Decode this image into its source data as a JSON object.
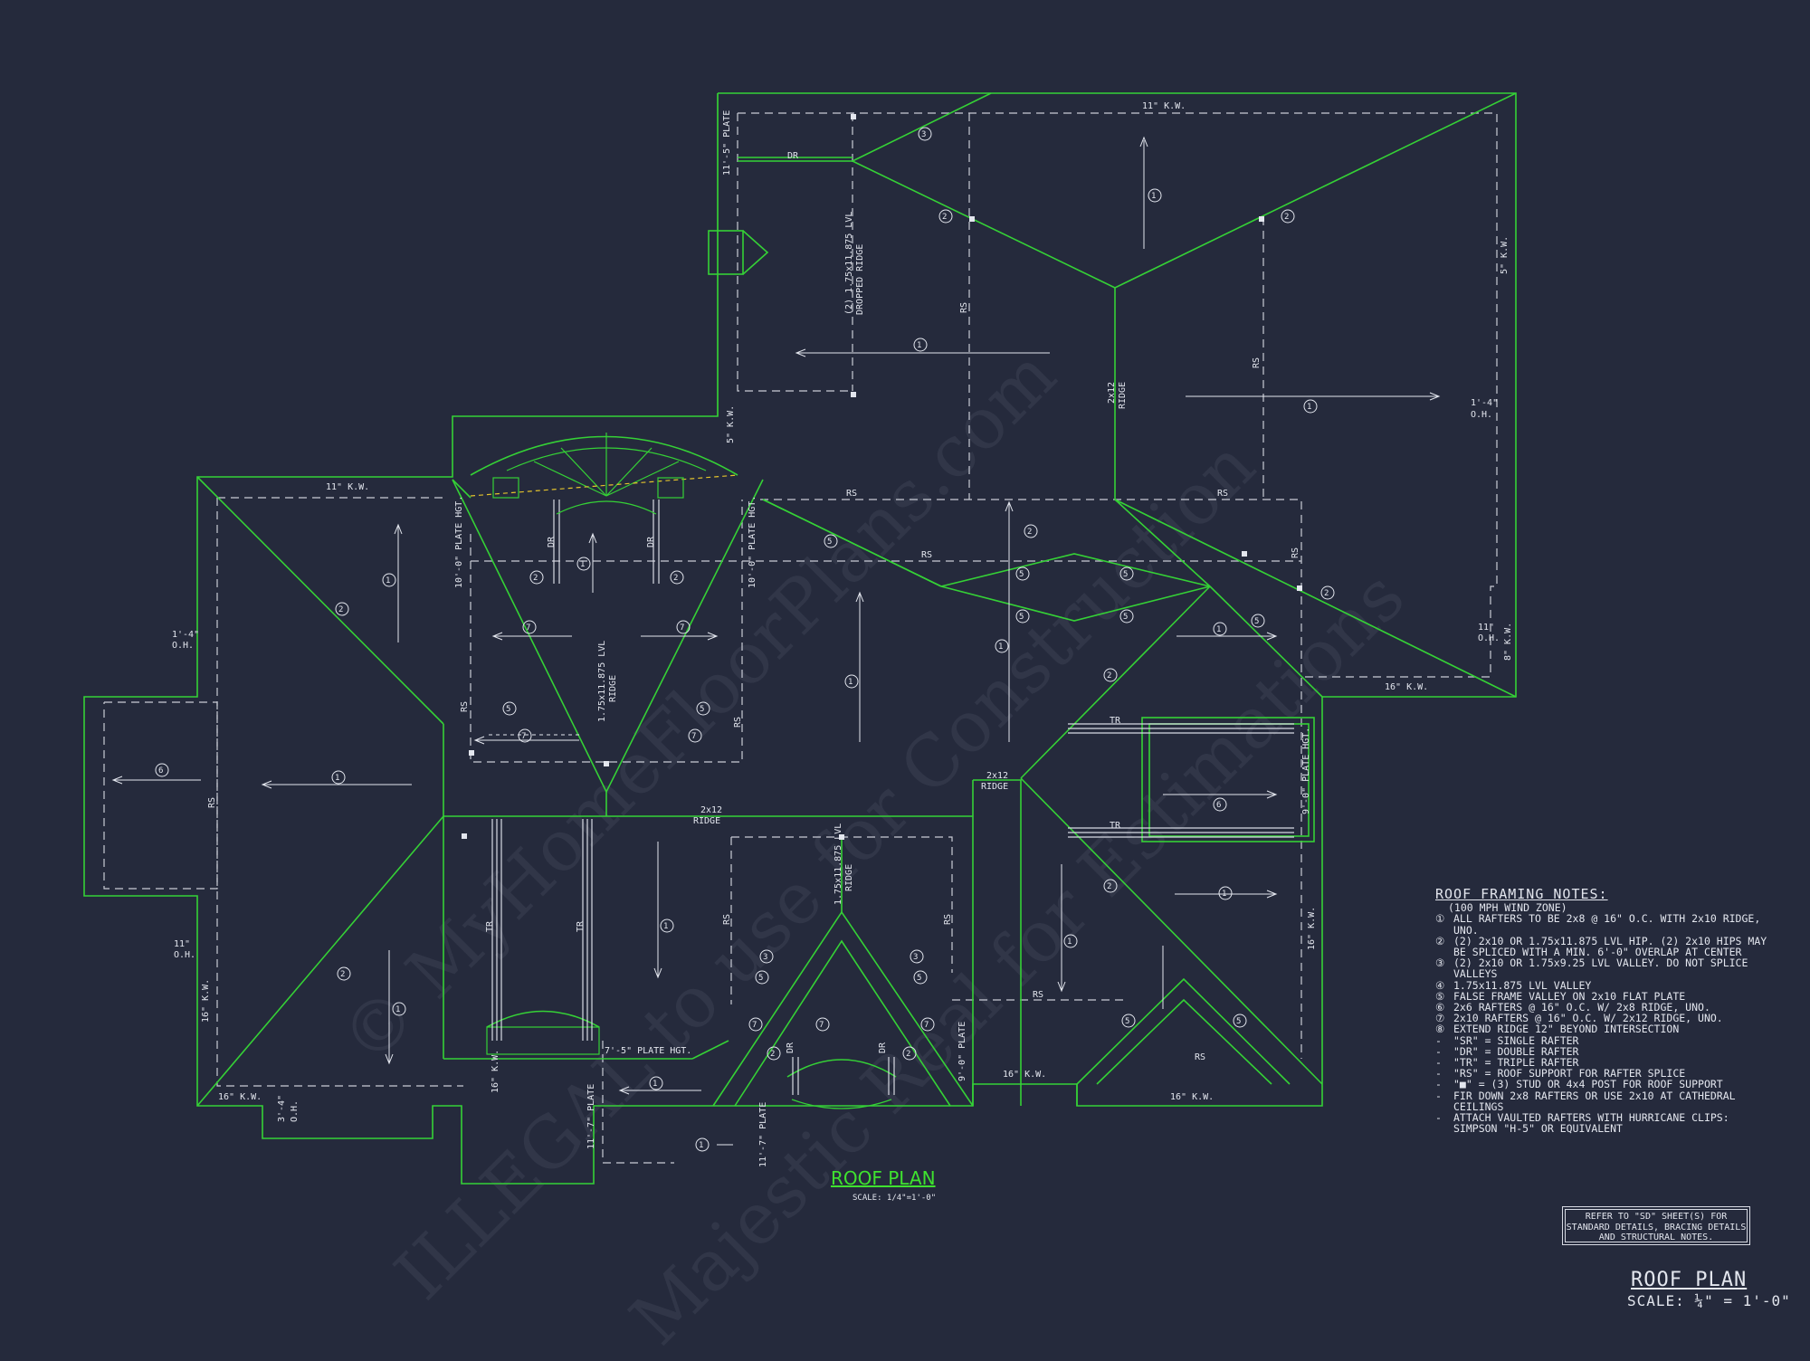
{
  "drawing": {
    "title": "ROOF PLAN",
    "scale": "SCALE: 1/4\"=1'-0\"",
    "corner_title": "ROOF PLAN",
    "corner_scale": "SCALE: ¼\" = 1'-0\""
  },
  "watermark": {
    "line1": "© MyHomeFloorPlans.com",
    "line2": "ILLEGAL to use for Construction",
    "line3": "Majestic Real for Estimations"
  },
  "notes": {
    "title": "ROOF FRAMING NOTES:",
    "subtitle": "(100 MPH WIND ZONE)",
    "items": [
      {
        "key": "①",
        "text": "ALL RAFTERS TO BE 2x8 @ 16\" O.C. WITH 2x10 RIDGE, UNO."
      },
      {
        "key": "②",
        "text": "(2) 2x10 OR 1.75x11.875 LVL HIP. (2) 2x10 HIPS MAY BE SPLICED WITH A MIN. 6'-0\" OVERLAP AT CENTER"
      },
      {
        "key": "③",
        "text": "(2) 2x10 OR 1.75x9.25 LVL VALLEY. DO NOT SPLICE VALLEYS"
      },
      {
        "key": "④",
        "text": "1.75x11.875 LVL VALLEY"
      },
      {
        "key": "⑤",
        "text": "FALSE FRAME VALLEY ON 2x10 FLAT PLATE"
      },
      {
        "key": "⑥",
        "text": "2x6 RAFTERS @ 16\" O.C. W/ 2x8 RIDGE, UNO."
      },
      {
        "key": "⑦",
        "text": "2x10 RAFTERS @ 16\" O.C. W/ 2x12 RIDGE, UNO."
      },
      {
        "key": "⑧",
        "text": "EXTEND RIDGE 12\" BEYOND INTERSECTION"
      },
      {
        "key": "-",
        "text": "\"SR\" = SINGLE RAFTER"
      },
      {
        "key": "-",
        "text": "\"DR\" = DOUBLE RAFTER"
      },
      {
        "key": "-",
        "text": "\"TR\" = TRIPLE RAFTER"
      },
      {
        "key": "-",
        "text": "\"RS\" = ROOF SUPPORT FOR RAFTER SPLICE"
      },
      {
        "key": "-",
        "text": "\"■\" = (3) STUD OR 4x4 POST FOR ROOF SUPPORT"
      },
      {
        "key": "-",
        "text": "FIR DOWN 2x8 RAFTERS OR USE 2x10 AT CATHEDRAL CEILINGS"
      },
      {
        "key": "-",
        "text": "ATTACH VAULTED RAFTERS WITH HURRICANE CLIPS: SIMPSON \"H-5\" OR EQUIVALENT"
      }
    ]
  },
  "reference": {
    "text": "REFER TO \"SD\" SHEET(S) FOR STANDARD DETAILS, BRACING DETAILS AND STRUCTURAL NOTES."
  },
  "labels": {
    "kw11_top": "11\" K.W.",
    "kw11_left": "11\" K.W.",
    "kw5_right": "5\" K.W.",
    "kw5_mid": "5\" K.W.",
    "plate_115": "11'-5\" PLATE",
    "oh_1_4_left": "1'-4\"",
    "oh_left": "O.H.",
    "oh_1_4_right": "1'-4\"",
    "oh_right": "O.H.",
    "oh_11_right": "11\"",
    "oh_11_right_b": "O.H.",
    "kw8_right": "8\" K.W.",
    "kw16_r1": "16\" K.W.",
    "kw16_r2": "16\" K.W.",
    "kw16_b1": "16\" K.W.",
    "kw16_b2": "16\" K.W.",
    "kw16_b3": "16\" K.W.",
    "kw16_b4": "16\" K.W.",
    "kw16_l": "16\" K.W.",
    "oh_11_left": "11\"",
    "oh_11_left_b": "O.H.",
    "oh_3_4": "3'-4\"",
    "oh_3_4_b": "O.H.",
    "plate_10_a": "10'-0\" PLATE HGT.",
    "plate_10_b": "10'-0\" PLATE HGT.",
    "plate_9_a": "9'-0\" PLATE HGT.",
    "plate_9_b": "9'-0\" PLATE",
    "plate_75": "7'-5\" PLATE HGT.",
    "plate_117_a": "11'-7\" PLATE",
    "plate_117_b": "11'-7\" PLATE",
    "dropped_ridge": "(2) 1.75x11.875 LVL",
    "dropped_ridge_b": "DROPPED RIDGE",
    "lvl_ridge_a": "1.75x11.875 LVL",
    "lvl_ridge_a2": "RIDGE",
    "lvl_ridge_b": "1.75x11.875 LVL",
    "lvl_ridge_b2": "RIDGE",
    "ridge_2x12_a": "2x12",
    "ridge_2x12_a2": "RIDGE",
    "ridge_2x12_b": "2x12",
    "ridge_2x12_b2": "RIDGE",
    "ridge_2x12_c": "2x12",
    "ridge_2x12_c2": "RIDGE",
    "dr": "DR",
    "rs": "RS",
    "tr": "TR"
  }
}
